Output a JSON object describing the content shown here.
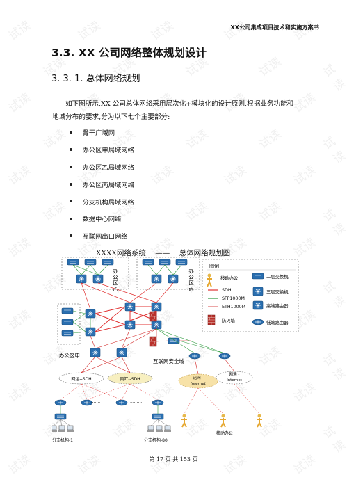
{
  "header": {
    "title": "XX公司集成项目技术和实施方案书"
  },
  "section": {
    "h1": "3.3.  XX 公司网络整体规划设计",
    "h2": "3. 3. 1. 总体网络规划",
    "paragraph": "如下图所示,XX 公司总体网络采用层次化+模块化的设计原则,根据业务功能和地域分布的要求,分为以下七个主要部分:",
    "bullets": [
      "骨干广域网",
      "办公区甲局域网络",
      "办公区乙局域网络",
      "办公区丙局域网络",
      "分支机构局域网络",
      "数据中心网络",
      "互联网出口网络"
    ]
  },
  "figure": {
    "title": "XXXX网络系统    ——    总体网络规划图",
    "zone_labels": {
      "office_b": "办公区乙",
      "office_c": "办公区丙",
      "office_a": "办公区甲",
      "internet_security": "互联网安全域"
    },
    "link_labels": {
      "sdh_left": "网运--SDH",
      "sdh_right": "奥汇--SDH",
      "internet_1": "Internet",
      "internet_2": "Internet"
    },
    "branch_labels": {
      "branch_1": "分支机构-1",
      "branch_n": "分支机构-80",
      "mobile": "移动办公",
      "cloud_left": "迅网 -",
      "cloud_right": "网通 -"
    },
    "legend": {
      "title": "图例",
      "items": [
        {
          "label": "移动办公"
        },
        {
          "label": "SDH"
        },
        {
          "label": "SFP1000M"
        },
        {
          "label": "ETH1000M"
        },
        {
          "label": "防火墙"
        },
        {
          "label": "二层交换机"
        },
        {
          "label": "三层交换机"
        },
        {
          "label": "高端路由器"
        },
        {
          "label": "低端路由器"
        }
      ]
    }
  },
  "footer": {
    "page": "第 17 页 共 153 页"
  },
  "watermark": {
    "text": "试读"
  },
  "colors": {
    "sdh": "#e03030",
    "sfp": "#2e9a3e",
    "eth": "#d02020",
    "device": "#2a6fb0",
    "firewall": "#b8302a"
  }
}
